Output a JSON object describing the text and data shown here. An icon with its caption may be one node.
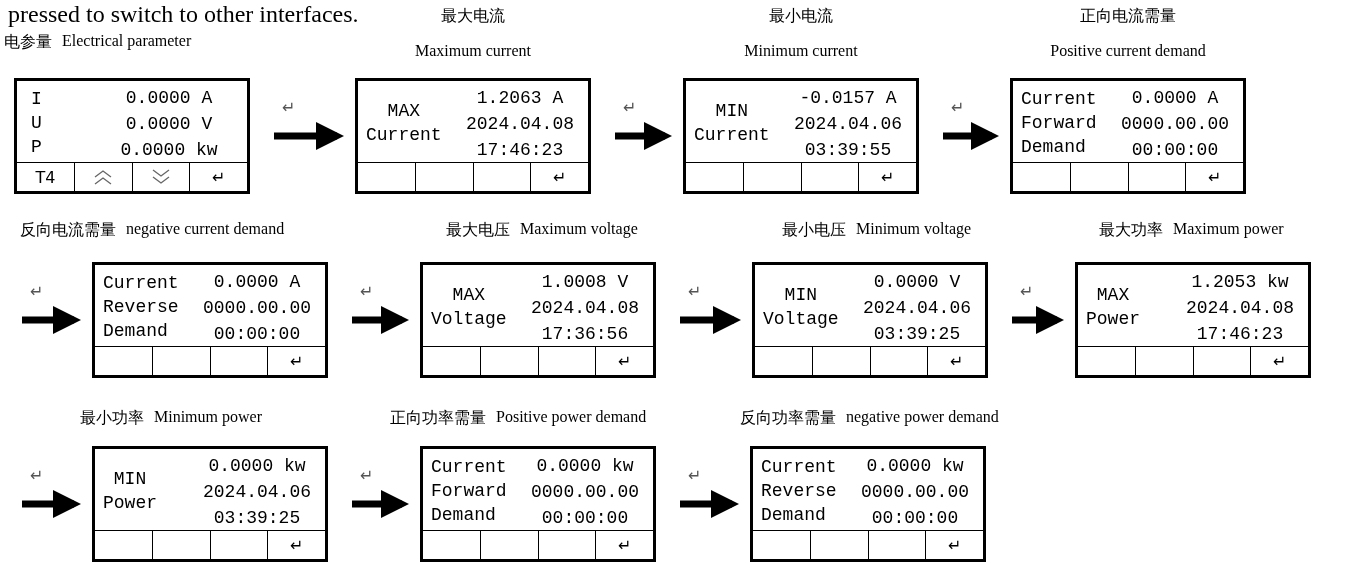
{
  "diagram": {
    "nodes": [
      {
        "text": [
          "电参量",
          "Electrical parameter",
          "I U P",
          "0.0000 A",
          "0.0000 V",
          "0.0000 kw",
          "T4",
          "↵"
        ]
      },
      {
        "text": [
          "最大电流",
          "Maximum current",
          "MAX Current",
          "1.2063 A",
          "2024.04.08",
          "17:46:23",
          "↵"
        ]
      },
      {
        "text": [
          "最小电流",
          "Minimum current",
          "MIN Current",
          "-0.0157 A",
          "2024.04.06",
          "03:39:55",
          "↵"
        ]
      },
      {
        "text": [
          "正向电流需量",
          "Positive current demand",
          "Current Forward Demand",
          "0.0000 A",
          "0000.00.00",
          "00:00:00",
          "↵"
        ]
      },
      {
        "text": [
          "反向电流需量",
          "negative current demand",
          "Current Reverse Demand",
          "0.0000 A",
          "0000.00.00",
          "00:00:00",
          "↵"
        ]
      },
      {
        "text": [
          "最大电压",
          "Maximum voltage",
          "MAX Voltage",
          "1.0008 V",
          "2024.04.08",
          "17:36:56",
          "↵"
        ]
      },
      {
        "text": [
          "最小电压",
          "Minimum voltage",
          "MIN Voltage",
          "0.0000 V",
          "2024.04.06",
          "03:39:25",
          "↵"
        ]
      },
      {
        "text": [
          "最大功率",
          "Maximum power",
          "MAX Power",
          "1.2053 kw",
          "2024.04.08",
          "17:46:23",
          "↵"
        ]
      },
      {
        "text": [
          "最小功率",
          "Minimum power",
          "MIN Power",
          "0.0000 kw",
          "2024.04.06",
          "03:39:25",
          "↵"
        ]
      },
      {
        "text": [
          "正向功率需量",
          "Positive power demand",
          "Current Forward Demand",
          "0.0000 kw",
          "0000.00.00",
          "00:00:00",
          "↵"
        ]
      },
      {
        "text": [
          "反向功率需量",
          "negative power demand",
          "Current Reverse Demand",
          "0.0000 kw",
          "0000.00.00",
          "00:00:00",
          "↵"
        ]
      }
    ],
    "edges": [
      {
        "from": 0,
        "to": 1,
        "arrow": "to",
        "label": "↵"
      },
      {
        "from": 1,
        "to": 2,
        "arrow": "to",
        "label": "↵"
      },
      {
        "from": 2,
        "to": 3,
        "arrow": "to",
        "label": "↵"
      },
      {
        "from": null,
        "to": 4,
        "arrow": "to",
        "label": "↵"
      },
      {
        "from": 4,
        "to": 5,
        "arrow": "to",
        "label": "↵"
      },
      {
        "from": 5,
        "to": 6,
        "arrow": "to",
        "label": "↵"
      },
      {
        "from": 6,
        "to": 7,
        "arrow": "to",
        "label": "↵"
      },
      {
        "from": null,
        "to": 8,
        "arrow": "to",
        "label": "↵"
      },
      {
        "from": 8,
        "to": 9,
        "arrow": "to",
        "label": "↵"
      },
      {
        "from": 9,
        "to": 10,
        "arrow": "to",
        "label": "↵"
      }
    ],
    "labels": [
      "pressed to switch to other interfaces."
    ]
  }
}
